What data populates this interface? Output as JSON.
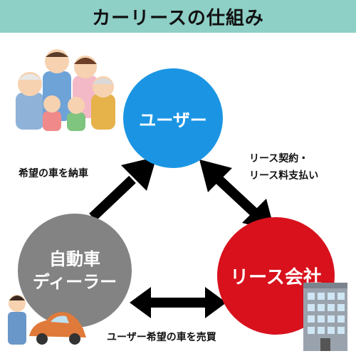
{
  "header": {
    "title": "カーリースの仕組み"
  },
  "nodes": {
    "user": "ユーザー",
    "dealer_line1": "自動車",
    "dealer_line2": "ディーラー",
    "lease": "リース会社"
  },
  "labels": {
    "deliver": "希望の車を納車",
    "pay_line1": "リース契約・",
    "pay_line2": "リース料支払い",
    "sell": "ユーザー希望の車を売買"
  },
  "colors": {
    "header": "#8ecfc6",
    "user": "#1b95e3",
    "dealer": "#838383",
    "lease": "#d8111c"
  }
}
